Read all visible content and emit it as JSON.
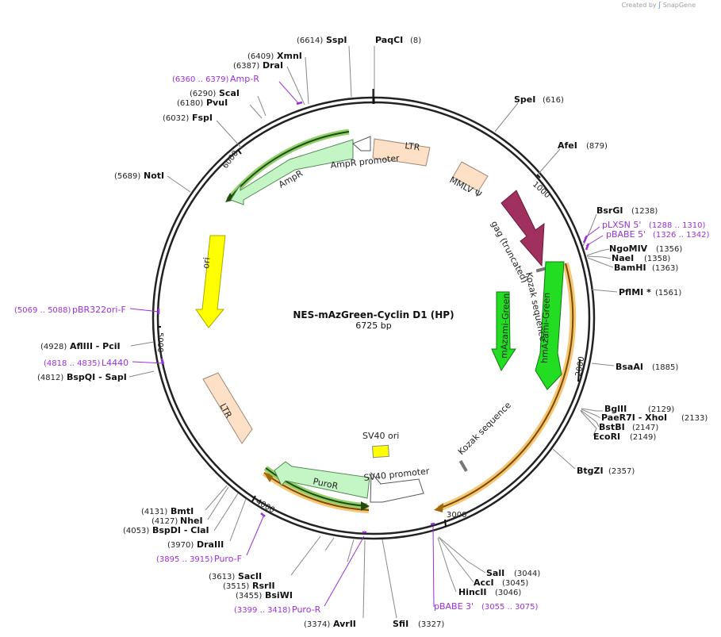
{
  "watermark": {
    "prefix": "Created by",
    "brand": "SnapGene"
  },
  "plasmid": {
    "name": "NES-mAzGreen-Cyclin D1 (HP)",
    "length": "6725 bp"
  },
  "colors": {
    "primer": "#9b30d9",
    "ltr": "#fde0c5",
    "ampr": "#c4f5c4",
    "ori": "#ffff00",
    "gag": "#a0305e",
    "green": "#22dd22",
    "orf": "#f0a830"
  },
  "ticks": [
    "1000",
    "2000",
    "3000",
    "4000",
    "5000",
    "6000"
  ],
  "sites": [
    {
      "name": "PaqCI",
      "pos": "(8)"
    },
    {
      "name": "SpeI",
      "pos": "(616)"
    },
    {
      "name": "AfeI",
      "pos": "(879)"
    },
    {
      "name": "BsrGI",
      "pos": "(1238)"
    },
    {
      "name": "NgoMIV",
      "pos": "(1356)"
    },
    {
      "name": "NaeI",
      "pos": "(1358)"
    },
    {
      "name": "BamHI",
      "pos": "(1363)"
    },
    {
      "name": "PflMI *",
      "pos": "(1561)"
    },
    {
      "name": "BsaAI",
      "pos": "(1885)"
    },
    {
      "name": "BglII",
      "pos": "(2129)"
    },
    {
      "name": "PaeR7I - XhoI",
      "pos": "(2133)"
    },
    {
      "name": "BstBI",
      "pos": "(2147)"
    },
    {
      "name": "EcoRI",
      "pos": "(2149)"
    },
    {
      "name": "BtgZI",
      "pos": "(2357)"
    },
    {
      "name": "SalI",
      "pos": "(3044)"
    },
    {
      "name": "AccI",
      "pos": "(3045)"
    },
    {
      "name": "HincII",
      "pos": "(3046)"
    },
    {
      "name": "SfiI",
      "pos": "(3327)"
    },
    {
      "name": "AvrII",
      "pos": "(3374)"
    },
    {
      "name": "BsiWI",
      "pos": "(3455)"
    },
    {
      "name": "RsrII",
      "pos": "(3515)"
    },
    {
      "name": "SacII",
      "pos": "(3613)"
    },
    {
      "name": "DraIII",
      "pos": "(3970)"
    },
    {
      "name": "BspDI - ClaI",
      "pos": "(4053)"
    },
    {
      "name": "NheI",
      "pos": "(4127)"
    },
    {
      "name": "BmtI",
      "pos": "(4131)"
    },
    {
      "name": "BspQI - SapI",
      "pos": "(4812)"
    },
    {
      "name": "AflIII - PciI",
      "pos": "(4928)"
    },
    {
      "name": "NotI",
      "pos": "(5689)"
    },
    {
      "name": "FspI",
      "pos": "(6032)"
    },
    {
      "name": "PvuI",
      "pos": "(6180)"
    },
    {
      "name": "ScaI",
      "pos": "(6290)"
    },
    {
      "name": "DraI",
      "pos": "(6387)"
    },
    {
      "name": "XmnI",
      "pos": "(6409)"
    },
    {
      "name": "SspI",
      "pos": "(6614)"
    }
  ],
  "primers": [
    {
      "name": "pLXSN 5'",
      "pos": "(1288 .. 1310)"
    },
    {
      "name": "pBABE 5'",
      "pos": "(1326 .. 1342)"
    },
    {
      "name": "pBABE 3'",
      "pos": "(3055 .. 3075)"
    },
    {
      "name": "Puro-R",
      "pos": "(3399 .. 3418)"
    },
    {
      "name": "Puro-F",
      "pos": "(3895 .. 3915)"
    },
    {
      "name": "L4440",
      "pos": "(4818 .. 4835)"
    },
    {
      "name": "pBR322ori-F",
      "pos": "(5069 .. 5088)"
    },
    {
      "name": "Amp-R",
      "pos": "(6360 .. 6379)"
    }
  ],
  "features": [
    {
      "name": "LTR"
    },
    {
      "name": "MMLV Ψ"
    },
    {
      "name": "gag (truncated)"
    },
    {
      "name": "Kozak sequence"
    },
    {
      "name": "hmAzami-Green"
    },
    {
      "name": "mAzami-Green"
    },
    {
      "name": "Kozak sequence"
    },
    {
      "name": "SV40 promoter"
    },
    {
      "name": "SV40 ori"
    },
    {
      "name": "PuroR"
    },
    {
      "name": "LTR"
    },
    {
      "name": "ori"
    },
    {
      "name": "AmpR"
    },
    {
      "name": "AmpR promoter"
    }
  ]
}
